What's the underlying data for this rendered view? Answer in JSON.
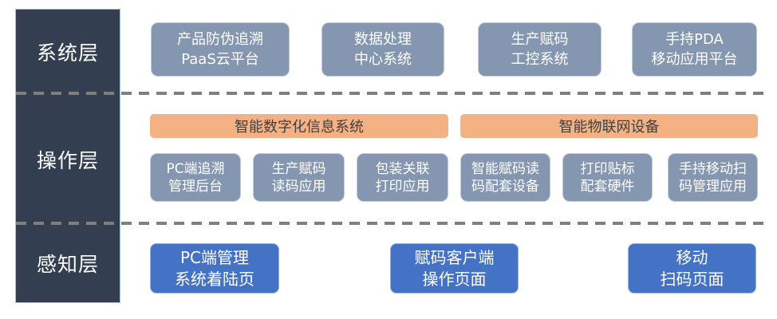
{
  "sidebar": {
    "layers": [
      {
        "label": "系统层"
      },
      {
        "label": "操作层"
      },
      {
        "label": "感知层"
      }
    ]
  },
  "system_row": {
    "boxes": [
      {
        "line1": "产品防伪追溯",
        "line2": "PaaS云平台"
      },
      {
        "line1": "数据处理",
        "line2": "中心系统"
      },
      {
        "line1": "生产赋码",
        "line2": "工控系统"
      },
      {
        "line1": "手持PDA",
        "line2": "移动应用平台"
      }
    ]
  },
  "operation_row": {
    "groups": [
      {
        "header": "智能数字化信息系统",
        "boxes": [
          {
            "line1": "PC端追溯",
            "line2": "管理后台"
          },
          {
            "line1": "生产赋码",
            "line2": "读码应用"
          },
          {
            "line1": "包装关联",
            "line2": "打印应用"
          }
        ]
      },
      {
        "header": "智能物联网设备",
        "boxes": [
          {
            "line1": "智能赋码读",
            "line2": "码配套设备"
          },
          {
            "line1": "打印贴标",
            "line2": "配套硬件"
          },
          {
            "line1": "手持移动扫",
            "line2": "码管理应用"
          }
        ]
      }
    ]
  },
  "perception_row": {
    "boxes": [
      {
        "line1": "PC端管理",
        "line2": "系统着陆页"
      },
      {
        "line1": "赋码客户端",
        "line2": "操作页面"
      },
      {
        "line1": "移动",
        "line2": "扫码页面"
      }
    ]
  },
  "colors": {
    "sidebar_bg": "#333F50",
    "sidebar_border": "#9DC3E6",
    "layer_box_bg": "#8496B0",
    "group_header_bg": "#F4B183",
    "group_header_text": "#404040",
    "page_box_bg": "#4472C4",
    "divider": "#7F7F7F",
    "box_text": "#FFFFFF"
  }
}
